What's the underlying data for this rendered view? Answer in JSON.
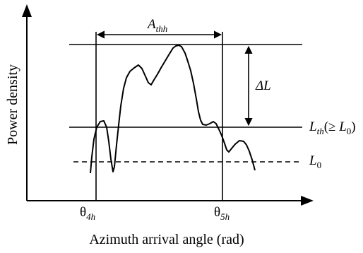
{
  "figure": {
    "y_axis_title": "Power density",
    "x_axis_title": "Azimuth arrival angle (rad)",
    "tick_theta4": {
      "base": "θ",
      "sub": "4h"
    },
    "tick_theta5": {
      "base": "θ",
      "sub": "5h"
    },
    "label_A": {
      "base": "A",
      "sub": "thh"
    },
    "label_delta": "ΔL",
    "label_Lth": {
      "base": "L",
      "sub": "th",
      "suffix": "(≥ ",
      "ref_base": "L",
      "ref_sub": "0",
      "close": ")"
    },
    "label_L0": {
      "base": "L",
      "sub": "0"
    }
  },
  "colors": {
    "stroke": "#000000",
    "background": "#ffffff"
  },
  "icons": {
    "y_axis_arrow": "arrow-up-icon",
    "x_axis_arrow": "arrow-right-icon"
  }
}
